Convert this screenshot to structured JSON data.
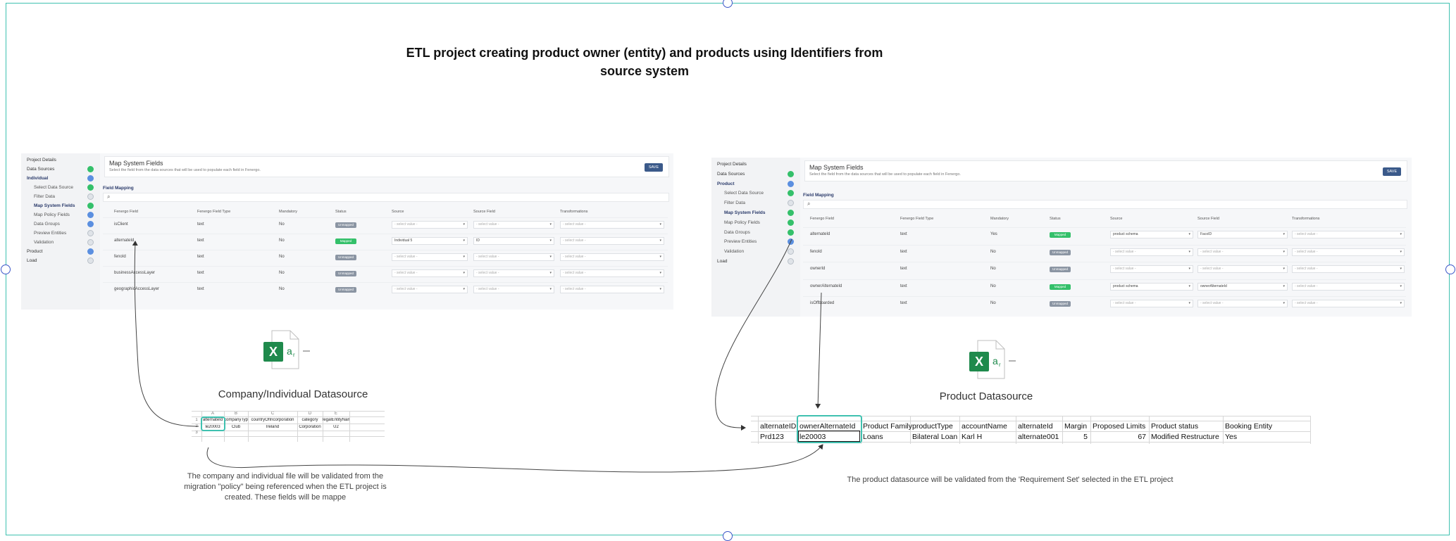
{
  "title": "ETL project creating product owner (entity) and products using Identifiers from source system",
  "colors": {
    "frame": "#3fc1b0",
    "handle": "#3b55c8",
    "mapped": "#34c06a",
    "unmapped": "#8b95a3",
    "save": "#3b5a8a"
  },
  "left_panel": {
    "sidebar": [
      {
        "label": "Project Details",
        "status": ""
      },
      {
        "label": "Data Sources",
        "status": "ok"
      },
      {
        "label": "Individual",
        "status": "blue"
      },
      {
        "label": "Select Data Source",
        "status": "ok"
      },
      {
        "label": "Filter Data",
        "status": "pending"
      },
      {
        "label": "Map System Fields",
        "status": "ok"
      },
      {
        "label": "Map Policy Fields",
        "status": "blue"
      },
      {
        "label": "Data Groups",
        "status": "blue"
      },
      {
        "label": "Preview Entities",
        "status": "pending"
      },
      {
        "label": "Validation",
        "status": "pending"
      },
      {
        "label": "Product",
        "status": "blue"
      },
      {
        "label": "Load",
        "status": "pending"
      }
    ],
    "heading": "Map System Fields",
    "subheading": "Select the field from the data sources that will be used to populate each field in Fenergo.",
    "save": "SAVE",
    "section": "Field Mapping",
    "headers": [
      "Fenergo Field",
      "Fenergo Field Type",
      "Mandatory",
      "Status",
      "Source",
      "Source Field",
      "Transformations"
    ],
    "rows": [
      {
        "field": "isClient",
        "type": "text",
        "mandatory": "No",
        "status": "Unmapped",
        "source": "- select value -",
        "source_field": "- select value -",
        "transform": "- select value -"
      },
      {
        "field": "alternateId",
        "type": "text",
        "mandatory": "No",
        "status": "Mapped",
        "source": "Individual 5",
        "source_field": "ID",
        "transform": "- select value -"
      },
      {
        "field": "fenoId",
        "type": "text",
        "mandatory": "No",
        "status": "Unmapped",
        "source": "- select value -",
        "source_field": "- select value -",
        "transform": "- select value -"
      },
      {
        "field": "businessAccessLayer",
        "type": "text",
        "mandatory": "No",
        "status": "Unmapped",
        "source": "- select value -",
        "source_field": "- select value -",
        "transform": "- select value -"
      },
      {
        "field": "geographicAccessLayer",
        "type": "text",
        "mandatory": "No",
        "status": "Unmapped",
        "source": "- select value -",
        "source_field": "- select value -",
        "transform": "- select value -"
      }
    ]
  },
  "right_panel": {
    "sidebar": [
      {
        "label": "Project Details",
        "status": ""
      },
      {
        "label": "Data Sources",
        "status": "ok"
      },
      {
        "label": "Product",
        "status": "blue"
      },
      {
        "label": "Select Data Source",
        "status": "ok"
      },
      {
        "label": "Filter Data",
        "status": "pending"
      },
      {
        "label": "Map System Fields",
        "status": "ok"
      },
      {
        "label": "Map Policy Fields",
        "status": "ok"
      },
      {
        "label": "Data Groups",
        "status": "ok"
      },
      {
        "label": "Preview Entities",
        "status": "blue"
      },
      {
        "label": "Validation",
        "status": "pending"
      },
      {
        "label": "Load",
        "status": "pending"
      }
    ],
    "heading": "Map System Fields",
    "subheading": "Select the field from the data sources that will be used to populate each field in Fenergo.",
    "save": "SAVE",
    "section": "Field Mapping",
    "headers": [
      "Fenergo Field",
      "Fenergo Field Type",
      "Mandatory",
      "Status",
      "Source",
      "Source Field",
      "Transformations"
    ],
    "rows": [
      {
        "field": "alternateId",
        "type": "text",
        "mandatory": "Yes",
        "status": "Mapped",
        "source": "product schema",
        "source_field": "FacoID",
        "transform": "- select value -"
      },
      {
        "field": "fenoId",
        "type": "text",
        "mandatory": "No",
        "status": "Unmapped",
        "source": "- select value -",
        "source_field": "- select value -",
        "transform": "- select value -"
      },
      {
        "field": "ownerId",
        "type": "text",
        "mandatory": "No",
        "status": "Unmapped",
        "source": "- select value -",
        "source_field": "- select value -",
        "transform": "- select value -"
      },
      {
        "field": "ownerAlternateId",
        "type": "text",
        "mandatory": "No",
        "status": "Mapped",
        "source": "product schema",
        "source_field": "ownerAlternateId",
        "transform": "- select value -"
      },
      {
        "field": "isOffboarded",
        "type": "text",
        "mandatory": "No",
        "status": "Unmapped",
        "source": "- select value -",
        "source_field": "- select value -",
        "transform": "- select value -"
      }
    ]
  },
  "left_source": {
    "icon": "excel-icon",
    "caption": "Company/Individual Datasource",
    "col_letters": [
      "A",
      "B",
      "C",
      "D",
      "E"
    ],
    "row_numbers": [
      "1",
      "2",
      "3"
    ],
    "headers": [
      "alternateId",
      "companyType",
      "countryOfIncorporation",
      "category",
      "legalEntityName"
    ],
    "values": [
      "le20003",
      "Club",
      "Ireland",
      "Corporation",
      "U2"
    ],
    "note": "The company and individual file will be validated from the migration \"policy\" being referenced when the ETL project is created. These fields will be mappe"
  },
  "right_source": {
    "icon": "excel-icon",
    "caption": "Product Datasource",
    "headers": [
      "alternateID",
      "ownerAlternateId",
      "Product Family",
      "productType",
      "accountName",
      "alternateId",
      "Margin",
      "Proposed Limits",
      "Product status",
      "Booking Entity"
    ],
    "values": [
      "Prd123",
      "le20003",
      "Loans",
      "Bilateral Loan",
      "Karl H",
      "alternate001",
      "5",
      "67",
      "Modified Restructure",
      "Yes"
    ],
    "note": "The product datasource will be  validated from the 'Requirement Set' selected in the ETL project"
  }
}
